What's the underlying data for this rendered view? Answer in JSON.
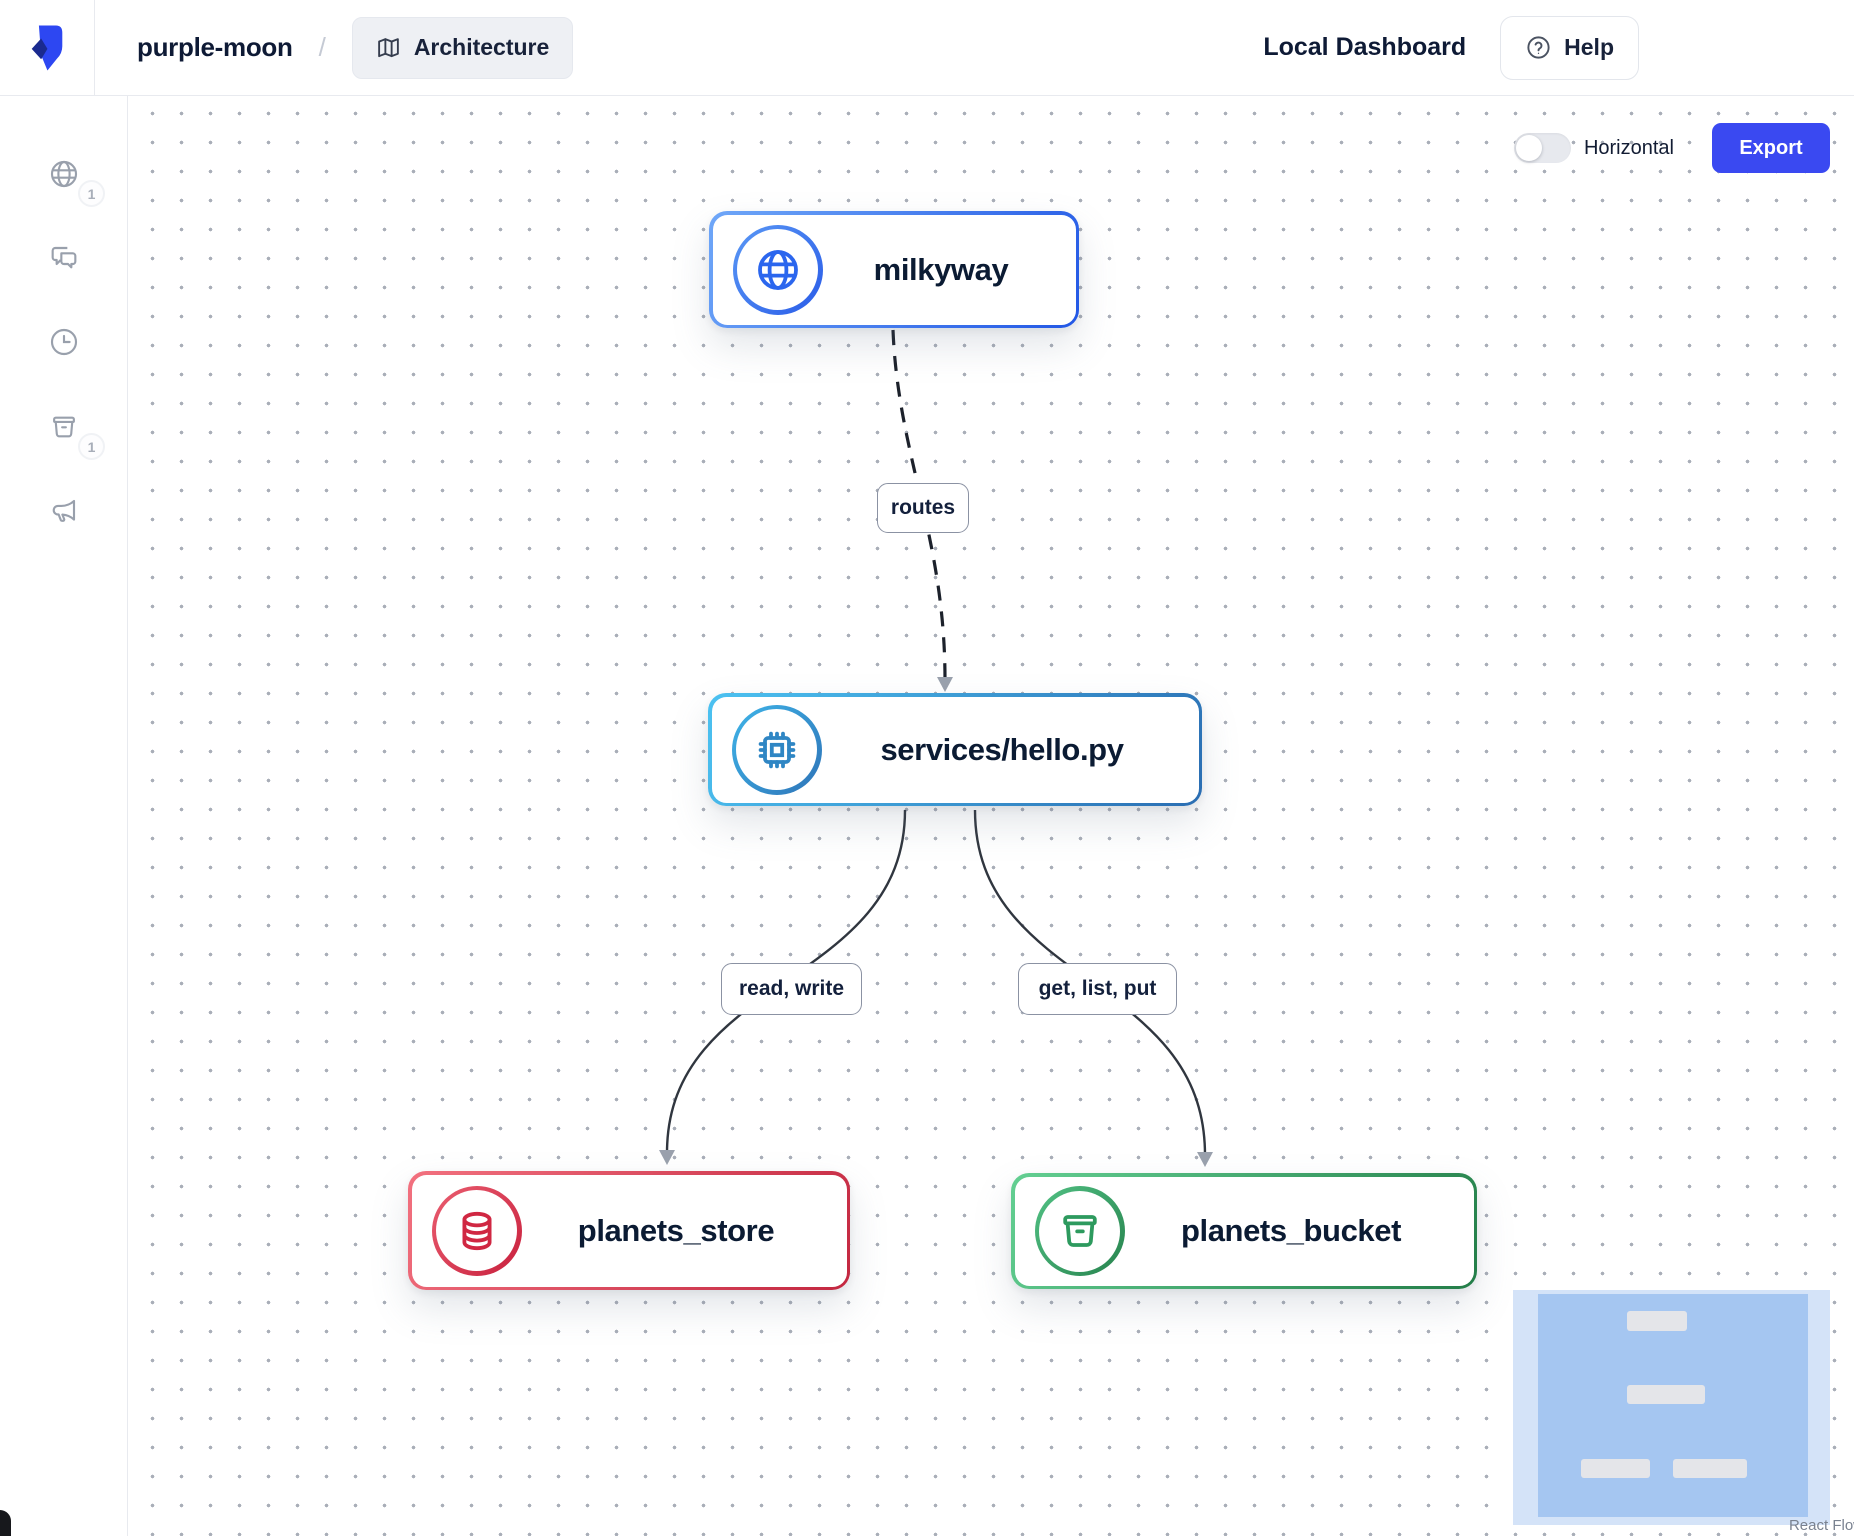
{
  "topbar": {
    "project": "purple-moon",
    "separator": "/",
    "architecture_tab": "Architecture",
    "local_dashboard": "Local Dashboard",
    "help_label": "Help"
  },
  "sidebar": {
    "items": [
      {
        "icon": "globe-icon",
        "badge": "1"
      },
      {
        "icon": "chat-icon",
        "badge": null
      },
      {
        "icon": "clock-icon",
        "badge": null
      },
      {
        "icon": "bucket-icon",
        "badge": "1"
      },
      {
        "icon": "megaphone-icon",
        "badge": null
      }
    ]
  },
  "canvas_controls": {
    "orientation_label": "Horizontal",
    "toggle_state": "off",
    "export_label": "Export"
  },
  "diagram": {
    "nodes": [
      {
        "id": "milkyway",
        "label": "milkyway",
        "type": "api-gateway",
        "icon": "globe-icon",
        "border_gradient": [
          "#6FA7F8",
          "#2257E5"
        ]
      },
      {
        "id": "services-hello",
        "label": "services/hello.py",
        "type": "service",
        "icon": "cpu-icon",
        "border_gradient": [
          "#4CC2F1",
          "#2A6DB2"
        ]
      },
      {
        "id": "planets_store",
        "label": "planets_store",
        "type": "database",
        "icon": "database-icon",
        "border_gradient": [
          "#F2717F",
          "#C32740"
        ]
      },
      {
        "id": "planets_bucket",
        "label": "planets_bucket",
        "type": "object-storage",
        "icon": "bucket-icon",
        "border_gradient": [
          "#63CF92",
          "#237D48"
        ]
      }
    ],
    "edges": [
      {
        "from": "milkyway",
        "to": "services-hello",
        "label": "routes",
        "style": "dashed"
      },
      {
        "from": "services-hello",
        "to": "planets_store",
        "label": "read, write",
        "style": "solid"
      },
      {
        "from": "services-hello",
        "to": "planets_bucket",
        "label": "get, list, put",
        "style": "solid"
      }
    ]
  },
  "minimap": {
    "nodes": 4,
    "viewport": true
  },
  "attribution": {
    "label": "React Flow"
  },
  "colors": {
    "export_button": "#3A49F1",
    "logo_primary": "#2D47F2",
    "logo_secondary": "#1A2A8F",
    "edge_stroke": "#30363F",
    "arrowhead": "#9AA1AD",
    "minimap_bg": "#D4E3F8",
    "minimap_viewport": "#A5C6F1",
    "grid_dot": "#A9AEB8"
  }
}
